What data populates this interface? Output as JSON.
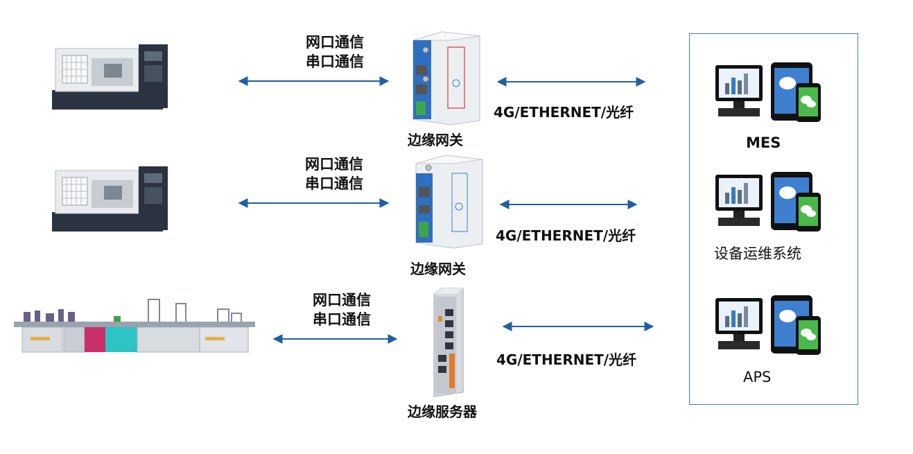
{
  "rows": [
    {
      "link_line1": "网口通信",
      "link_line2": "串口通信",
      "device_label": "边缘网关",
      "network_label": "4G/ETHERNET/光纤"
    },
    {
      "link_line1": "网口通信",
      "link_line2": "串口通信",
      "device_label": "边缘网关",
      "network_label": "4G/ETHERNET/光纤"
    },
    {
      "link_line1": "网口通信",
      "link_line2": "串口通信",
      "device_label": "边缘服务器",
      "network_label": "4G/ETHERNET/光纤"
    }
  ],
  "systems": [
    {
      "label": "MES"
    },
    {
      "label": "设备运维系统"
    },
    {
      "label": "APS"
    }
  ],
  "colors": {
    "arrow": "#1f5fa6",
    "panel_border": "#3a7bbf",
    "gateway_blue": "#2f6fc0",
    "machine_dark": "#2b3340"
  },
  "icons": [
    "cnc-lathe-icon",
    "production-line-icon",
    "edge-gateway-icon",
    "edge-server-icon",
    "desktop-monitor-icon",
    "tablet-icon",
    "phone-wechat-icon"
  ]
}
